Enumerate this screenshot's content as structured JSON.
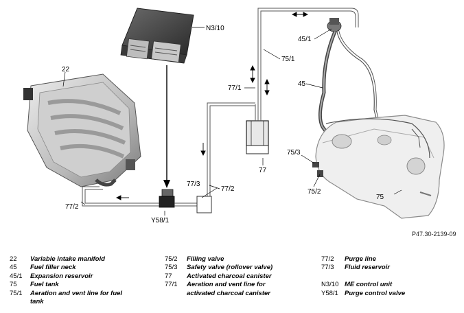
{
  "figure_id": "P47.30-2139-09",
  "callouts": {
    "c22": "22",
    "cN310": "N3/10",
    "c451": "45/1",
    "c751": "75/1",
    "c45": "45",
    "c771": "77/1",
    "c753": "75/3",
    "c752": "75/2",
    "c77": "77",
    "c773": "77/3",
    "c772": "77/2",
    "c772b": "77/2",
    "c75": "75",
    "cY581": "Y58/1"
  },
  "legend": {
    "col1": [
      {
        "num": "22",
        "desc": "Variable intake manifold"
      },
      {
        "num": "45",
        "desc": "Fuel filler neck"
      },
      {
        "num": "45/1",
        "desc": "Expansion reservoir"
      },
      {
        "num": "75",
        "desc": "Fuel tank"
      },
      {
        "num": "75/1",
        "desc": "Aeration and vent line for fuel"
      },
      {
        "num": "",
        "desc": "tank"
      }
    ],
    "col2": [
      {
        "num": "75/2",
        "desc": "Filling valve"
      },
      {
        "num": "75/3",
        "desc": "Safety valve (rollover valve)"
      },
      {
        "num": "77",
        "desc": "Activated charcoal canister"
      },
      {
        "num": "77/1",
        "desc": "Aeration and vent line for"
      },
      {
        "num": "",
        "desc": "activated charcoal canister"
      }
    ],
    "col3": [
      {
        "num": "77/2",
        "desc": "Purge line"
      },
      {
        "num": "77/3",
        "desc": "Fluid reservoir"
      },
      {
        "num": "",
        "desc": ""
      },
      {
        "num": "N3/10",
        "desc": "ME control unit"
      },
      {
        "num": "Y58/1",
        "desc": "Purge control valve"
      }
    ]
  }
}
